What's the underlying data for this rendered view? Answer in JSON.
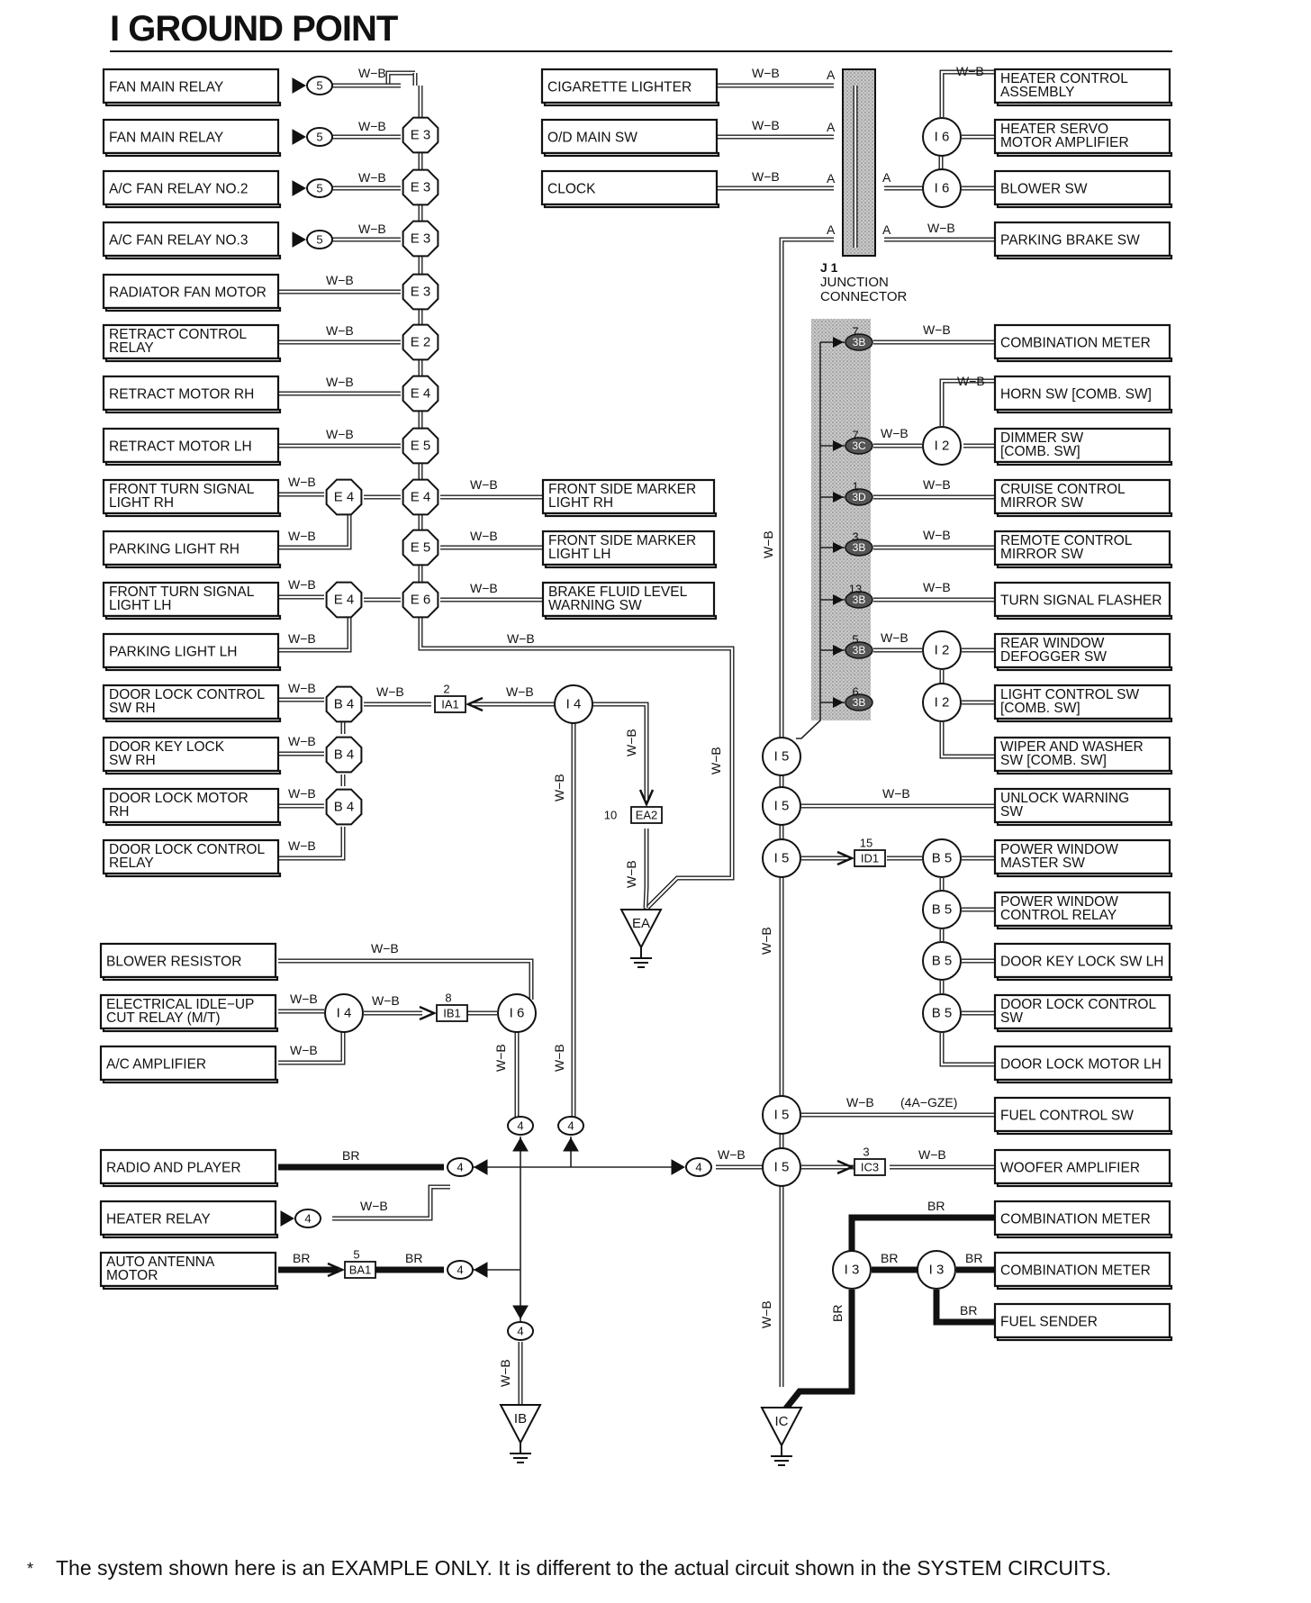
{
  "title": "I  GROUND POINT",
  "footnote": {
    "marker": "*",
    "text": "The system shown here is an EXAMPLE ONLY. It is different to the actual circuit shown in the SYSTEM CIRCUITS."
  },
  "junction": {
    "code": "J 1",
    "line1": "JUNCTION",
    "line2": "CONNECTOR"
  },
  "wire_colors": {
    "wb": "W−B",
    "br": "BR",
    "pin_a": "A",
    "note_4agze": "(4A−GZE)"
  },
  "components": [
    {
      "id": "c01",
      "lines": [
        "FAN MAIN RELAY"
      ]
    },
    {
      "id": "c02",
      "lines": [
        "FAN MAIN RELAY"
      ]
    },
    {
      "id": "c03",
      "lines": [
        "A/C FAN RELAY NO.2"
      ]
    },
    {
      "id": "c04",
      "lines": [
        "A/C FAN RELAY NO.3"
      ]
    },
    {
      "id": "c05",
      "lines": [
        "RADIATOR FAN MOTOR"
      ]
    },
    {
      "id": "c06",
      "lines": [
        "RETRACT CONTROL",
        "RELAY"
      ]
    },
    {
      "id": "c07",
      "lines": [
        "RETRACT MOTOR RH"
      ]
    },
    {
      "id": "c08",
      "lines": [
        "RETRACT MOTOR LH"
      ]
    },
    {
      "id": "c09",
      "lines": [
        "FRONT TURN SIGNAL",
        "LIGHT RH"
      ]
    },
    {
      "id": "c10",
      "lines": [
        "PARKING LIGHT RH"
      ]
    },
    {
      "id": "c11",
      "lines": [
        "FRONT TURN SIGNAL",
        "LIGHT LH"
      ]
    },
    {
      "id": "c12",
      "lines": [
        "PARKING LIGHT LH"
      ]
    },
    {
      "id": "c13",
      "lines": [
        "DOOR LOCK CONTROL",
        "SW RH"
      ]
    },
    {
      "id": "c14",
      "lines": [
        "DOOR KEY LOCK",
        "SW RH"
      ]
    },
    {
      "id": "c15",
      "lines": [
        "DOOR LOCK MOTOR",
        "RH"
      ]
    },
    {
      "id": "c16",
      "lines": [
        "DOOR LOCK CONTROL",
        "RELAY"
      ]
    },
    {
      "id": "c17",
      "lines": [
        "BLOWER RESISTOR"
      ]
    },
    {
      "id": "c18",
      "lines": [
        "ELECTRICAL IDLE−UP",
        "CUT RELAY (M/T)"
      ]
    },
    {
      "id": "c19",
      "lines": [
        "A/C AMPLIFIER"
      ]
    },
    {
      "id": "c20",
      "lines": [
        "RADIO AND PLAYER"
      ]
    },
    {
      "id": "c21",
      "lines": [
        "HEATER RELAY"
      ]
    },
    {
      "id": "c22",
      "lines": [
        "AUTO ANTENNA",
        "MOTOR"
      ]
    },
    {
      "id": "c23",
      "lines": [
        "CIGARETTE LIGHTER"
      ]
    },
    {
      "id": "c24",
      "lines": [
        "O/D MAIN SW"
      ]
    },
    {
      "id": "c25",
      "lines": [
        "CLOCK"
      ]
    },
    {
      "id": "c26",
      "lines": [
        "FRONT SIDE MARKER",
        "LIGHT RH"
      ]
    },
    {
      "id": "c27",
      "lines": [
        "FRONT SIDE MARKER",
        "LIGHT LH"
      ]
    },
    {
      "id": "c28",
      "lines": [
        "BRAKE FLUID LEVEL",
        "WARNING SW"
      ]
    },
    {
      "id": "c29",
      "lines": [
        "HEATER CONTROL",
        "ASSEMBLY"
      ]
    },
    {
      "id": "c30",
      "lines": [
        "HEATER SERVO",
        "MOTOR AMPLIFIER"
      ]
    },
    {
      "id": "c31",
      "lines": [
        "BLOWER SW"
      ]
    },
    {
      "id": "c32",
      "lines": [
        "PARKING BRAKE SW"
      ]
    },
    {
      "id": "c33",
      "lines": [
        "COMBINATION METER"
      ]
    },
    {
      "id": "c34",
      "lines": [
        "HORN SW [COMB. SW]"
      ]
    },
    {
      "id": "c35",
      "lines": [
        "DIMMER SW",
        "[COMB. SW]"
      ]
    },
    {
      "id": "c36",
      "lines": [
        "CRUISE CONTROL",
        "MIRROR SW"
      ]
    },
    {
      "id": "c37",
      "lines": [
        "REMOTE CONTROL",
        "MIRROR SW"
      ]
    },
    {
      "id": "c38",
      "lines": [
        "TURN SIGNAL FLASHER"
      ]
    },
    {
      "id": "c39",
      "lines": [
        "REAR WINDOW",
        "DEFOGGER SW"
      ]
    },
    {
      "id": "c40",
      "lines": [
        "LIGHT CONTROL SW",
        "[COMB. SW]"
      ]
    },
    {
      "id": "c41",
      "lines": [
        "WIPER AND WASHER",
        "SW [COMB. SW]"
      ]
    },
    {
      "id": "c42",
      "lines": [
        "UNLOCK WARNING",
        "SW"
      ]
    },
    {
      "id": "c43",
      "lines": [
        "POWER WINDOW",
        "MASTER SW"
      ]
    },
    {
      "id": "c44",
      "lines": [
        "POWER WINDOW",
        "CONTROL RELAY"
      ]
    },
    {
      "id": "c45",
      "lines": [
        "DOOR KEY LOCK SW LH"
      ]
    },
    {
      "id": "c46",
      "lines": [
        "DOOR LOCK CONTROL",
        "SW"
      ]
    },
    {
      "id": "c47",
      "lines": [
        "DOOR LOCK MOTOR LH"
      ]
    },
    {
      "id": "c48",
      "lines": [
        "FUEL CONTROL SW"
      ]
    },
    {
      "id": "c49",
      "lines": [
        "WOOFER AMPLIFIER"
      ]
    },
    {
      "id": "c50",
      "lines": [
        "COMBINATION METER"
      ]
    },
    {
      "id": "c51",
      "lines": [
        "COMBINATION METER"
      ]
    },
    {
      "id": "c52",
      "lines": [
        "FUEL SENDER"
      ]
    }
  ],
  "splice_nodes": [
    {
      "id": "n01",
      "label": "E 3"
    },
    {
      "id": "n02",
      "label": "E 3"
    },
    {
      "id": "n03",
      "label": "E 3"
    },
    {
      "id": "n04",
      "label": "E 3"
    },
    {
      "id": "n05",
      "label": "E 2"
    },
    {
      "id": "n06",
      "label": "E 4"
    },
    {
      "id": "n07",
      "label": "E 5"
    },
    {
      "id": "n08",
      "label": "E 4"
    },
    {
      "id": "n09",
      "label": "E 5"
    },
    {
      "id": "n10",
      "label": "E 6"
    },
    {
      "id": "n11",
      "label": "E 4"
    },
    {
      "id": "n12",
      "label": "E 4"
    },
    {
      "id": "n13",
      "label": "B 4"
    },
    {
      "id": "n14",
      "label": "B 4"
    },
    {
      "id": "n15",
      "label": "B 4"
    },
    {
      "id": "n16",
      "label": "I 4"
    },
    {
      "id": "n17",
      "label": "I 4"
    },
    {
      "id": "n18",
      "label": "I 6"
    },
    {
      "id": "n19",
      "label": "I 6"
    },
    {
      "id": "n20",
      "label": "I 6"
    },
    {
      "id": "n21",
      "label": "I 2"
    },
    {
      "id": "n22",
      "label": "I 2"
    },
    {
      "id": "n23",
      "label": "I 2"
    },
    {
      "id": "n24",
      "label": "I 5"
    },
    {
      "id": "n25",
      "label": "I 5"
    },
    {
      "id": "n26",
      "label": "I 5"
    },
    {
      "id": "n27",
      "label": "B 5"
    },
    {
      "id": "n28",
      "label": "B 5"
    },
    {
      "id": "n29",
      "label": "B 5"
    },
    {
      "id": "n30",
      "label": "B 5"
    },
    {
      "id": "n31",
      "label": "I 5"
    },
    {
      "id": "n32",
      "label": "I 5"
    },
    {
      "id": "n33",
      "label": "I 3"
    },
    {
      "id": "n34",
      "label": "I 3"
    }
  ],
  "small_connectors": [
    {
      "id": "s01",
      "label": "5"
    },
    {
      "id": "s02",
      "label": "5"
    },
    {
      "id": "s03",
      "label": "5"
    },
    {
      "id": "s04",
      "label": "5"
    },
    {
      "id": "s05",
      "label": "4"
    },
    {
      "id": "s06",
      "label": "4"
    },
    {
      "id": "s07",
      "label": "4"
    },
    {
      "id": "s08",
      "label": "4"
    },
    {
      "id": "s09",
      "label": "4"
    },
    {
      "id": "s10",
      "label": "4"
    },
    {
      "id": "s11",
      "label": "4"
    }
  ],
  "inline_connectors": [
    {
      "id": "ia1",
      "label": "IA1",
      "pin": "2"
    },
    {
      "id": "ea2",
      "label": "EA2",
      "pin": "10"
    },
    {
      "id": "ib1",
      "label": "IB1",
      "pin": "8"
    },
    {
      "id": "ba1",
      "label": "BA1",
      "pin": "5"
    },
    {
      "id": "id1",
      "label": "ID1",
      "pin": "15"
    },
    {
      "id": "ic3",
      "label": "IC3",
      "pin": "3"
    }
  ],
  "j1_pins": [
    {
      "id": "p1",
      "label": "3B",
      "pin": "7"
    },
    {
      "id": "p2",
      "label": "3C",
      "pin": "7"
    },
    {
      "id": "p3",
      "label": "3D",
      "pin": "1"
    },
    {
      "id": "p4",
      "label": "3B",
      "pin": "3"
    },
    {
      "id": "p5",
      "label": "3B",
      "pin": "13"
    },
    {
      "id": "p6",
      "label": "3B",
      "pin": "5"
    },
    {
      "id": "p7",
      "label": "3B",
      "pin": "6"
    }
  ],
  "grounds": [
    {
      "id": "g1",
      "label": "EA"
    },
    {
      "id": "g2",
      "label": "IB"
    },
    {
      "id": "g3",
      "label": "IC"
    }
  ]
}
